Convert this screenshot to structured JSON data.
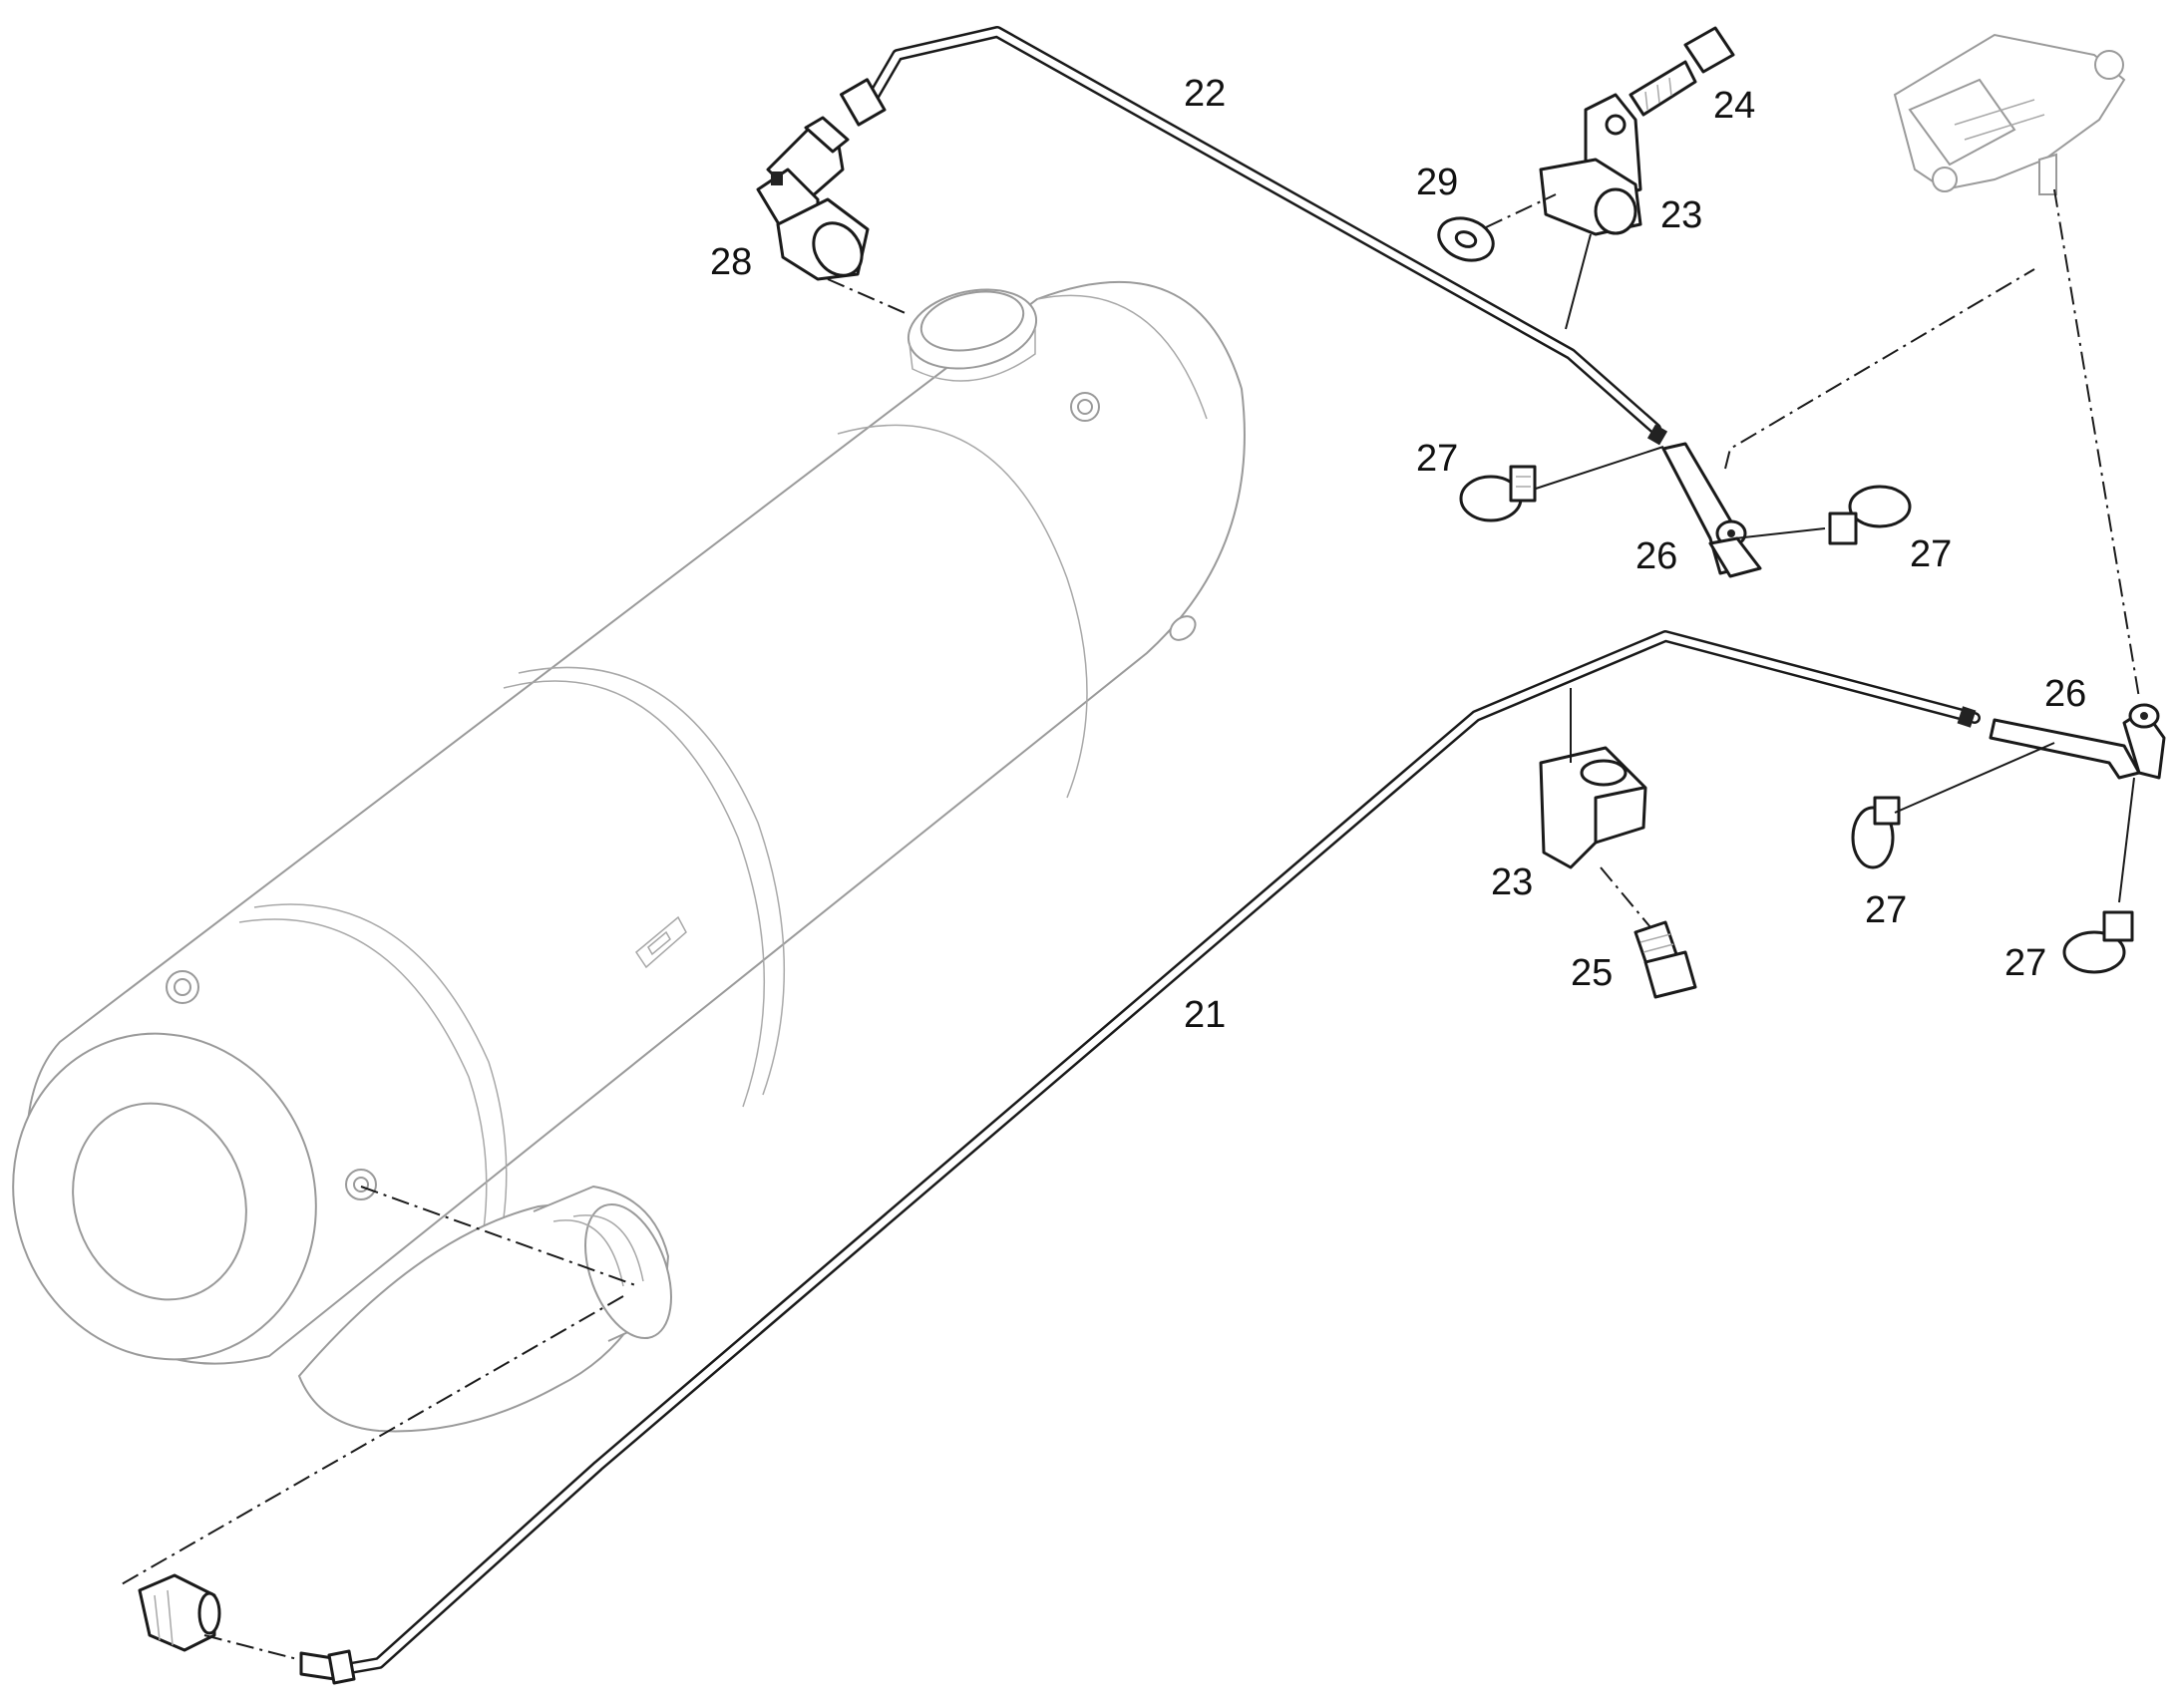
{
  "callouts": {
    "c21": "21",
    "c22": "22",
    "c23a": "23",
    "c23b": "23",
    "c24": "24",
    "c25": "25",
    "c26a": "26",
    "c26b": "26",
    "c27a": "27",
    "c27b": "27",
    "c27c": "27",
    "c27d": "27",
    "c28": "28",
    "c29": "29"
  },
  "colors": {
    "line": "#1a1a1a",
    "housing_outline": "#9a9a9a",
    "background": "#ffffff"
  }
}
